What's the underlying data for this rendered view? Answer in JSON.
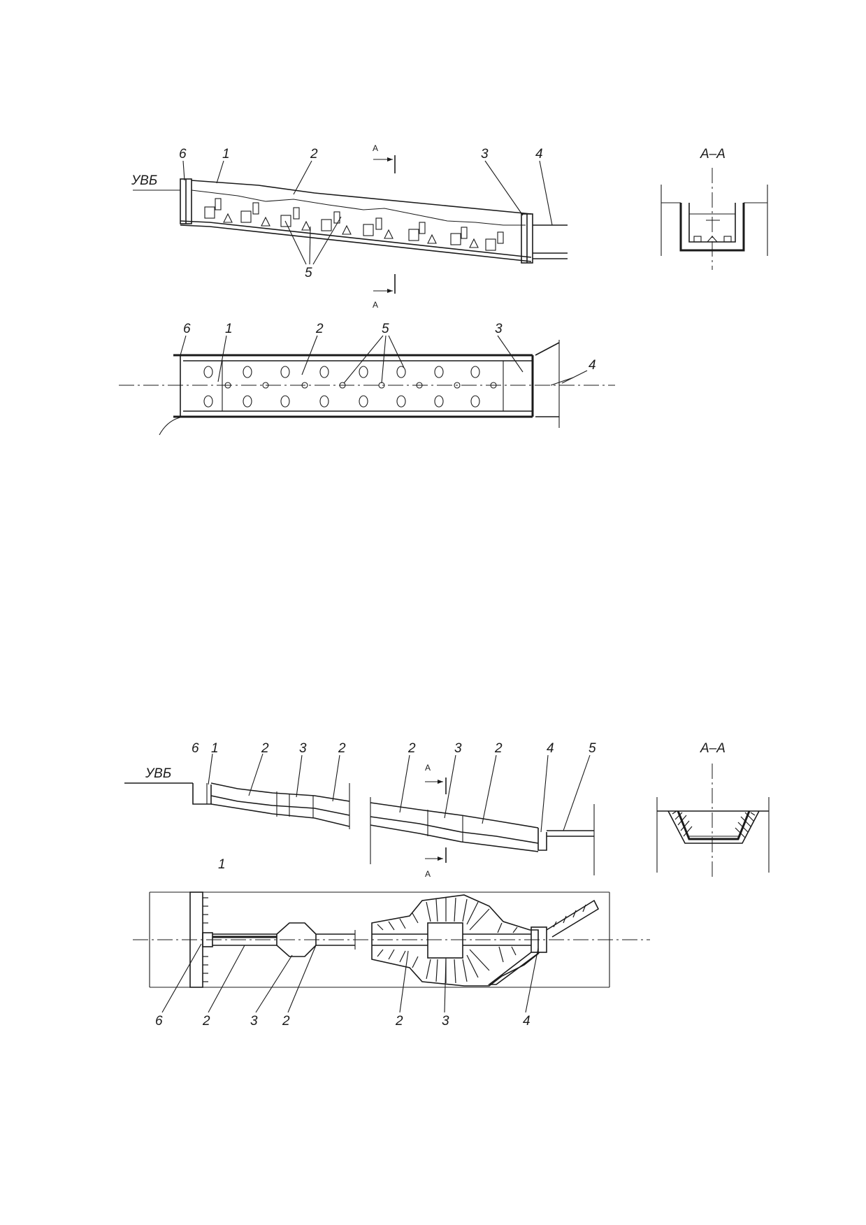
{
  "figure_top": {
    "water_level_label": "УВБ",
    "section_title": "А–А",
    "section_mark": "А",
    "callouts_profile": [
      "6",
      "1",
      "2",
      "3",
      "4",
      "5"
    ],
    "callouts_plan": [
      "6",
      "1",
      "2",
      "5",
      "3",
      "4"
    ]
  },
  "figure_bottom": {
    "water_level_label": "УВБ",
    "section_title": "А–А",
    "section_mark": "А",
    "profile_left_callouts": [
      "6",
      "1",
      "2",
      "3",
      "2"
    ],
    "profile_right_callouts": [
      "2",
      "3",
      "2",
      "4",
      "5"
    ],
    "plan_mark": "1",
    "plan_callouts": [
      "6",
      "2",
      "3",
      "2",
      "2",
      "3",
      "4"
    ]
  }
}
